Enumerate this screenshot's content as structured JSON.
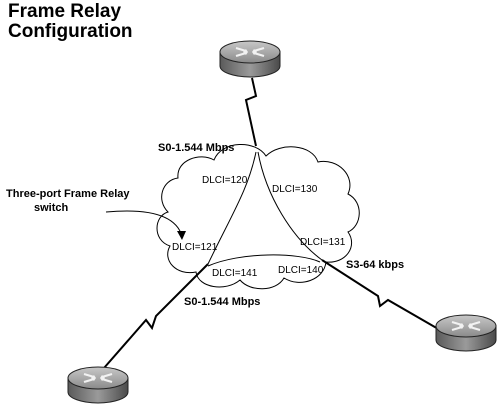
{
  "title": {
    "line1": "Frame Relay",
    "line2": "Configuration"
  },
  "switch_label": {
    "line1": "Three-port Frame Relay",
    "line2": "switch"
  },
  "links": {
    "top": "S0-1.544 Mbps",
    "bottom_left": "S0-1.544 Mbps",
    "right": "S3-64 kbps"
  },
  "dlci": {
    "d120": "DLCI=120",
    "d130": "DLCI=130",
    "d121": "DLCI=121",
    "d131": "DLCI=131",
    "d141": "DLCI=141",
    "d140": "DLCI=140"
  },
  "icons": {
    "router": "router-icon",
    "cloud": "frame-relay-cloud-icon"
  }
}
